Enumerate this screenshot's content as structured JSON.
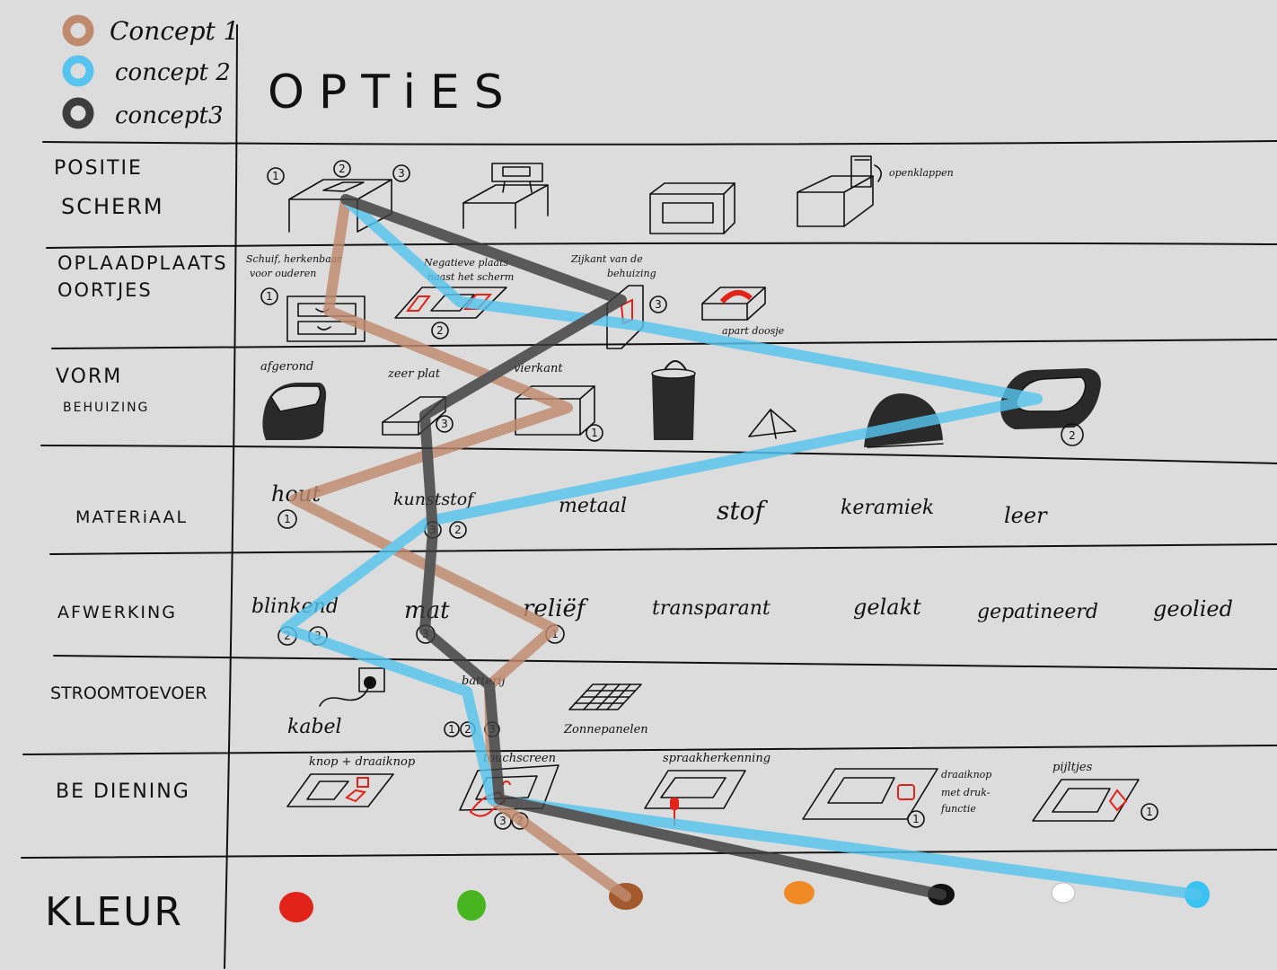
{
  "legend": [
    {
      "label": "Concept 1",
      "color": "#c08a6e"
    },
    {
      "label": "concept 2",
      "color": "#56c4ee"
    },
    {
      "label": "concept3",
      "color": "#3d3d3d"
    }
  ],
  "title": "OPTiES",
  "rows": {
    "positie": {
      "label_line1": "POSITIE",
      "label_line2": "SCHERM",
      "option_numbers": [
        "1",
        "2",
        "3"
      ],
      "openklappen": "openklappen"
    },
    "oplaad": {
      "label_line1": "OPLAADPLAATS",
      "label_line2": "OORTJES",
      "opt1_line1": "Schuif, herkenbaar",
      "opt1_line2": "voor ouderen",
      "opt2_line1": "Negatieve plaats",
      "opt2_line2": "naast het scherm",
      "opt3_line1": "Zijkant van de",
      "opt3_line2": "behuizing",
      "opt4": "apart doosje",
      "n1": "1",
      "n2": "2",
      "n3": "3"
    },
    "vorm": {
      "label_line1": "VORM",
      "label_line2": "BEHUIZING",
      "afgerond": "afgerond",
      "zeer_plat": "zeer plat",
      "vierkant": "vierkant",
      "n_plat": "3",
      "n_vierkant": "1",
      "n_ring": "2"
    },
    "materiaal": {
      "label": "MATERiAAL",
      "options": [
        "hout",
        "kunststof",
        "metaal",
        "stof",
        "keramiek",
        "leer"
      ],
      "n_hout": "1",
      "n_kunststof_a": "3",
      "n_kunststof_b": "2"
    },
    "afwerking": {
      "label": "AFWERKING",
      "options": [
        "blinkend",
        "mat",
        "reliëf",
        "transparant",
        "gelakt",
        "gepatineerd",
        "geolied"
      ],
      "n_blinkend_a": "2",
      "n_blinkend_b": "3",
      "n_mat": "3",
      "n_relief": "1"
    },
    "stroom": {
      "label": "STROOMTOEVOER",
      "kabel": "kabel",
      "batterij": "batterij",
      "zonnepanelen": "Zonnepanelen",
      "n1": "1",
      "n2": "2",
      "n3": "3"
    },
    "bediening": {
      "label": "BE DIENING",
      "knop": "knop + draaiknop",
      "touch": "touchscreen",
      "spraak": "spraakherkenning",
      "draaiknop_line1": "draaiknop",
      "draaiknop_line2": "met druk-",
      "draaiknop_line3": "functie",
      "pijltjes": "pijltjes",
      "n_touch_a": "3",
      "n_touch_b": "2",
      "n_draai": "1",
      "n_pijl": "1"
    },
    "kleur": {
      "label": "KLEUR",
      "swatches": [
        "#e2231a",
        "#46b51f",
        "#a35a2c",
        "#f08a24",
        "#111111",
        "#ffffff",
        "#39c3f2"
      ]
    }
  }
}
